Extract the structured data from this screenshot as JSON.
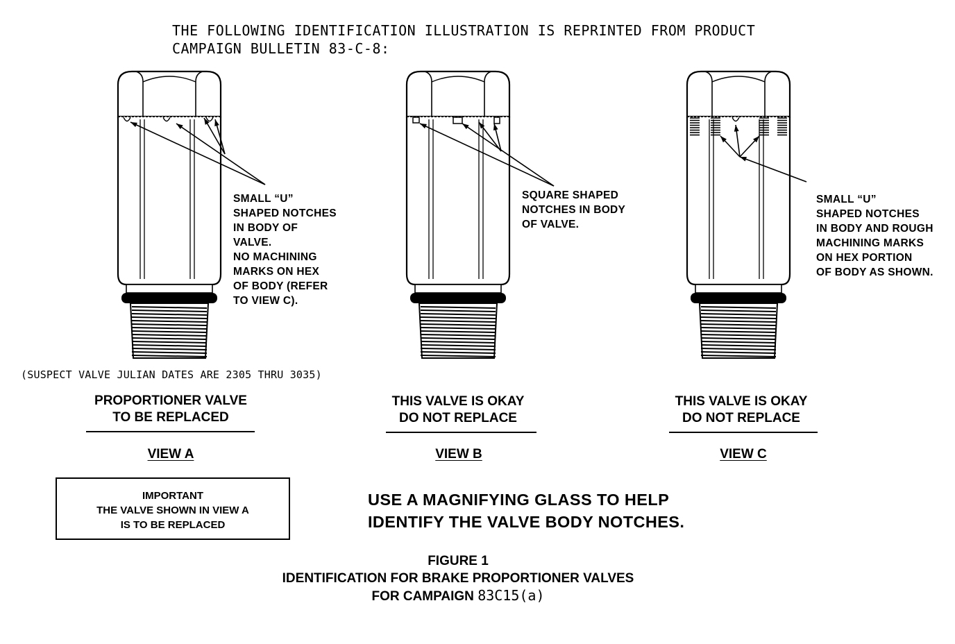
{
  "intro_lines": [
    "THE FOLLOWING IDENTIFICATION ILLUSTRATION IS REPRINTED FROM PRODUCT",
    "CAMPAIGN BULLETIN 83-C-8:"
  ],
  "views": [
    {
      "callout": "SMALL “U”\nSHAPED NOTCHES\nIN BODY OF\nVALVE.\nNO MACHINING\nMARKS ON HEX\nOF BODY (REFER\nTO VIEW C).",
      "caption_line1": "PROPORTIONER VALVE",
      "caption_line2": "TO BE REPLACED",
      "view_label": "VIEW A"
    },
    {
      "callout": "SQUARE SHAPED\nNOTCHES IN BODY\nOF VALVE.",
      "caption_line1": "THIS VALVE IS OKAY",
      "caption_line2": "DO NOT REPLACE",
      "view_label": "VIEW B"
    },
    {
      "callout": "SMALL “U”\nSHAPED NOTCHES\nIN BODY AND ROUGH\nMACHINING MARKS\nON HEX PORTION\nOF BODY AS SHOWN.",
      "caption_line1": "THIS VALVE IS OKAY",
      "caption_line2": "DO NOT REPLACE",
      "view_label": "VIEW C"
    }
  ],
  "suspect_note": "(SUSPECT VALVE JULIAN DATES ARE 2305 THRU 3035)",
  "important_box": {
    "line1": "IMPORTANT",
    "line2": "THE VALVE SHOWN IN VIEW A",
    "line3": "IS TO BE REPLACED"
  },
  "magnify_note": {
    "line1": "USE A MAGNIFYING GLASS TO HELP",
    "line2": "IDENTIFY THE VALVE BODY NOTCHES."
  },
  "figure_caption": {
    "line1": "FIGURE 1",
    "line2": "IDENTIFICATION FOR BRAKE PROPORTIONER VALVES",
    "line3_prefix": "FOR CAMPAIGN ",
    "line3_code": "83C15(a)"
  }
}
